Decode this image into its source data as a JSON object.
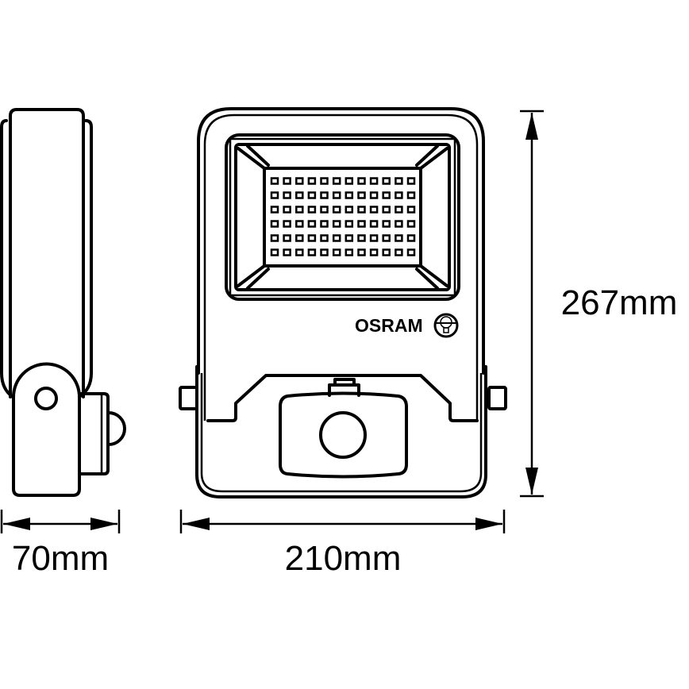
{
  "brand": {
    "logo_text": "OSRAM"
  },
  "dimensions": {
    "depth": "70mm",
    "width": "210mm",
    "height": "267mm"
  },
  "led_array": {
    "rows": 6,
    "columns": 12
  },
  "colors": {
    "line": "#000000",
    "background": "#ffffff"
  }
}
